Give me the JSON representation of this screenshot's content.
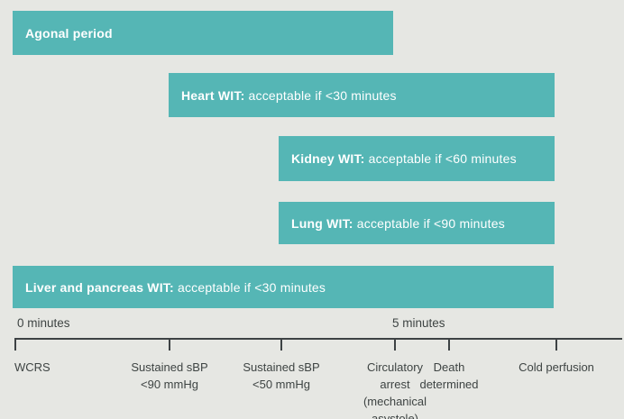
{
  "palette": {
    "background": "#e6e7e3",
    "bar_fill": "#55b6b5",
    "bar_text": "#ffffff",
    "axis": "#3d4244",
    "label_text": "#3e4443"
  },
  "bars": [
    {
      "label_bold": "Agonal period",
      "label_rest": "",
      "spans_from_event": "WCRS",
      "spans_to_event": "Circulatory arrest (mechanical asystole)"
    },
    {
      "label_bold": "Heart WIT:",
      "label_rest": " acceptable if <30 minutes",
      "spans_from_event": "Sustained sBP <90 mmHg",
      "spans_to_event": "Cold perfusion"
    },
    {
      "label_bold": "Kidney WIT:",
      "label_rest": " acceptable if <60 minutes",
      "spans_from_event": "Sustained sBP <50 mmHg",
      "spans_to_event": "Cold perfusion"
    },
    {
      "label_bold": "Lung WIT:",
      "label_rest": " acceptable if <90 minutes",
      "spans_from_event": "Sustained sBP <50 mmHg",
      "spans_to_event": "Cold perfusion"
    },
    {
      "label_bold": "Liver and pancreas WIT:",
      "label_rest": " acceptable if <30 minutes",
      "spans_from_event": "WCRS",
      "spans_to_event": "Cold perfusion"
    }
  ],
  "axis": {
    "time_labels": [
      "0 minutes",
      "5 minutes"
    ],
    "events": [
      "WCRS",
      "Sustained sBP\n<90 mmHg",
      "Sustained sBP\n<50 mmHg",
      "Circulatory\narrest\n(mechanical\nasystole)",
      "Death\ndetermined",
      "Cold perfusion"
    ]
  }
}
